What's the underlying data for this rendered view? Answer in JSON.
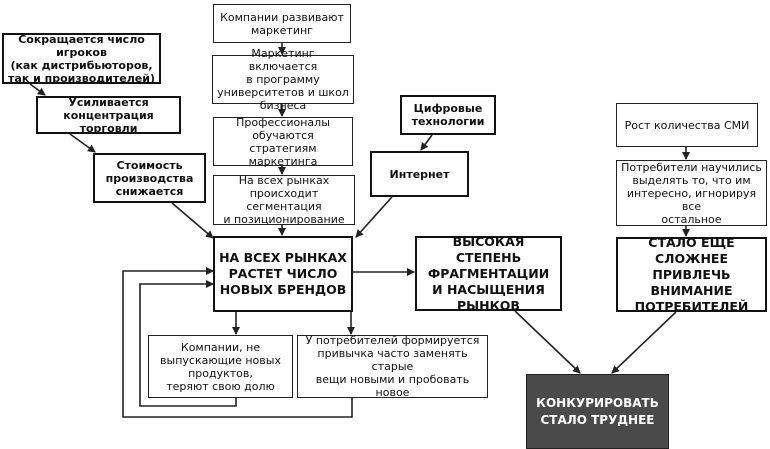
{
  "boxes": {
    "marketing_develop": "Компании развивают\nмаркетинг",
    "marketing_program": "Маркетинг включается\nв программу университетов и школ бизнеса",
    "professionals": "Профессионалы\nобучаются стратегиям\nмаркетинга",
    "segmentation": "На всех рынках происходит сегментация\nи позиционирование",
    "fewer_players": "Сокращается число игроков\n(как дистрибьюторов,\nтак и производителей)",
    "trade_concentration": "Усиливается\nконцентрация торговли",
    "production_cost": "Стоимость\nпроизводства\nснижается",
    "digital_tech": "Цифровые\nтехнологии",
    "internet": "Интернет",
    "media_growth": "Рост количества СМИ",
    "consumers_learned": "Потребители научились\nвыделять то, что им\nинтересно, игнорируя все\nостальное",
    "new_brands": "НА ВСЕХ РЫНКАХ\nРАСТЕТ ЧИСЛО\nНОВЫХ БРЕНДОВ",
    "fragmentation": "ВЫСОКАЯ СТЕПЕНЬ\nФРАГМЕНТАЦИИ\nИ НАСЫЩЕНИЯ\nРЫНКОВ",
    "attention_harder": "СТАЛО ЕЩЕ СЛОЖНЕЕ\nПРИВЛЕЧЬ ВНИМАНИЕ\nПОТРЕБИТЕЛЕЙ",
    "no_new_products": "Компании, не выпускающие новых продуктов,\nтеряют свою долю",
    "consumer_habit": "У потребителей формируется\nпривычка часто заменять старые\nвещи новыми и пробовать новое",
    "competition_harder": "КОНКУРИРОВАТЬ\nСТАЛО ТРУДНЕЕ"
  }
}
